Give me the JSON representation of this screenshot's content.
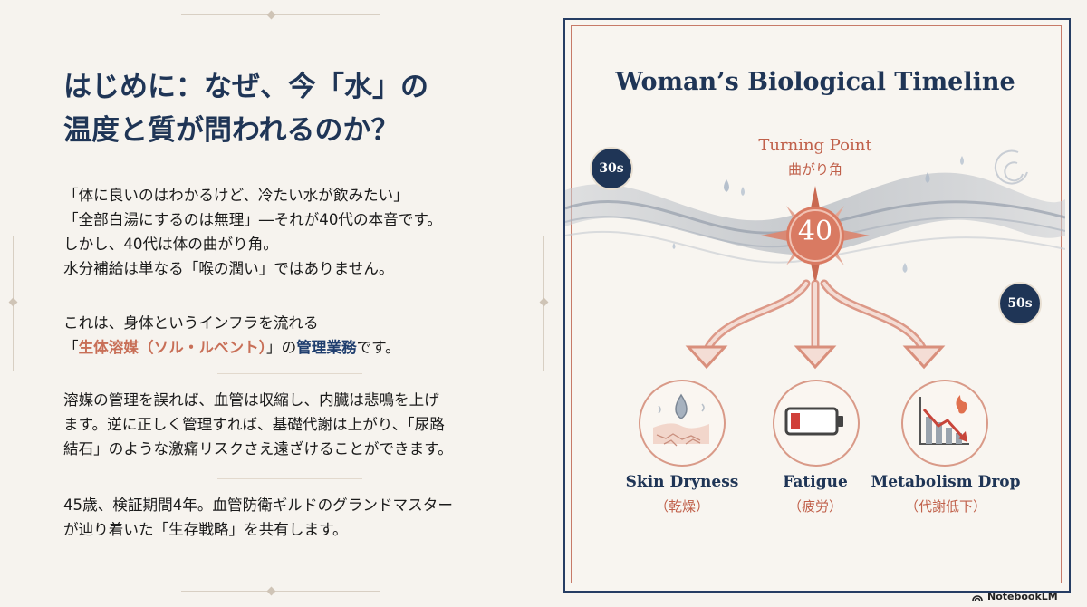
{
  "slide": {
    "heading_line1": "はじめに：なぜ、今「水」の",
    "heading_line2": "温度と質が問われるのか？",
    "p1_line1": "「体に良いのはわかるけど、冷たい水が飲みたい」",
    "p1_line2": "「全部白湯にするのは無理」―それが40代の本音です。",
    "p1_line3": "しかし、40代は体の曲がり角。",
    "p1_line4": "水分補給は単なる「喉の潤い」ではありません。",
    "p2_line1": "これは、身体というインフラを流れる",
    "p2_pre": "「",
    "p2_hl1": "生体溶媒（ソル・ルベント）",
    "p2_mid": "」の",
    "p2_hl2": "管理業務",
    "p2_post": "です。",
    "p3_line1": "溶媒の管理を誤れば、血管は収縮し、内臓は悲鳴を上げ",
    "p3_line2": "ます。逆に正しく管理すれば、基礎代謝は上がり、「尿路",
    "p3_line3": "結石」のような激痛リスクさえ遠ざけることができます。",
    "p4_line1": "45歳、検証期間4年。血管防衛ギルドのグランドマスター",
    "p4_line2": "が辿り着いた「生存戦略」を共有します。",
    "colors": {
      "navy": "#1f3556",
      "accent": "#c86f57"
    }
  },
  "timeline": {
    "title": "Woman’s Biological Timeline",
    "turning_point_en": "Turning Point",
    "turning_point_ja": "曲がり角",
    "center_age": "40",
    "start_age": "30s",
    "end_age": "50s",
    "effects": [
      {
        "en": "Skin Dryness",
        "ja": "（乾燥）",
        "icon": "dry-skin-icon"
      },
      {
        "en": "Fatigue",
        "ja": "（疲労）",
        "icon": "low-battery-icon"
      },
      {
        "en": "Metabolism Drop",
        "ja": "（代謝低下）",
        "icon": "declining-chart-icon"
      }
    ]
  },
  "brand": {
    "name": "NotebookLM"
  }
}
